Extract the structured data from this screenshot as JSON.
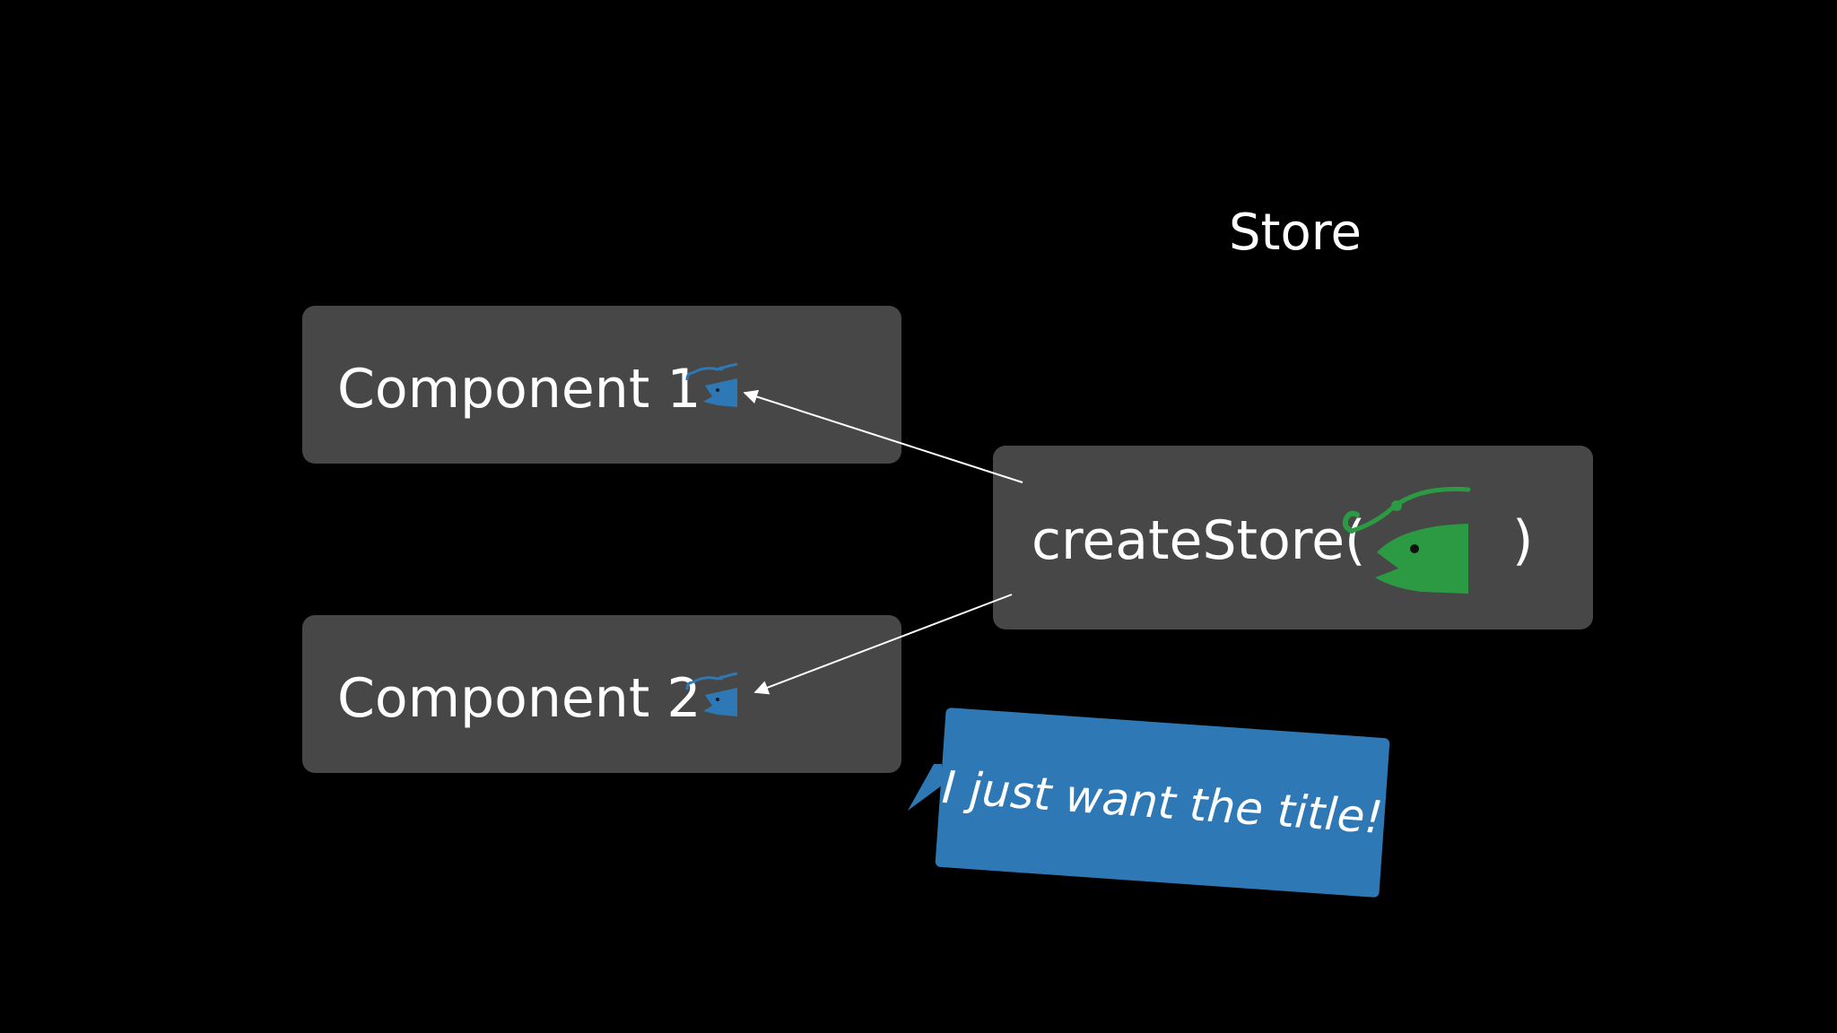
{
  "diagram": {
    "store_title": "Store",
    "components": [
      {
        "label": "Component 1"
      },
      {
        "label": "Component 2"
      }
    ],
    "store_box": {
      "label_prefix": "createStore(",
      "label_suffix": ")"
    },
    "speech_bubble": {
      "text": "I just want the title!"
    }
  },
  "colors": {
    "background": "#000000",
    "box": "#474747",
    "text": "#ffffff",
    "fish_blue": "#2e78b5",
    "fish_green": "#2c9a43",
    "bubble": "#2e78b5",
    "arrow": "#ffffff"
  },
  "icons": {
    "component_icon": "fish-on-hook-icon",
    "store_icon": "fish-on-hook-icon"
  }
}
